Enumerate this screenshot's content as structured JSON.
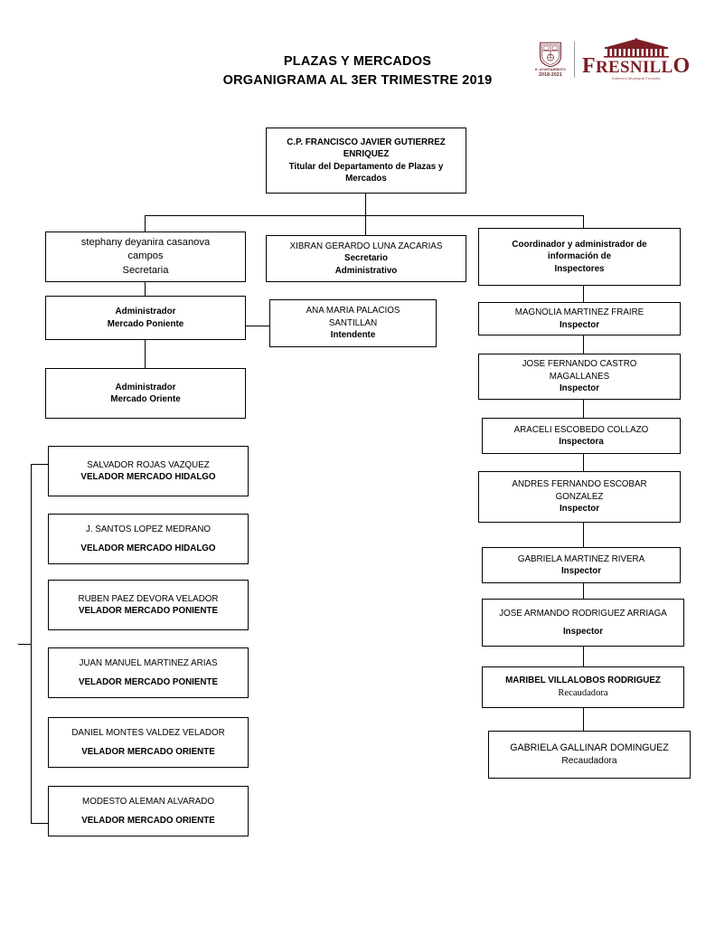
{
  "header": {
    "title_line1": "PLAZAS Y MERCADOS",
    "title_line2": "ORGANIGRAMA AL 3ER TRIMESTRE 2019",
    "logo": {
      "crest_caption_small": "H. AYUNTAMIENTO",
      "crest_caption_years": "2018-2021",
      "wordmark_first": "F",
      "wordmark_rest": "RESNILL",
      "wordmark_last": "O",
      "tagline": "Gobierno Municipal Fresnillo"
    }
  },
  "chart_data": {
    "type": "diagram",
    "title": "PLAZAS Y MERCADOS ORGANIGRAMA AL 3ER TRIMESTRE 2019",
    "nodes": {
      "head": {
        "name_line1": "C.P. FRANCISCO JAVIER GUTIERREZ",
        "name_line2": "ENRIQUEZ",
        "role_line1": "Titular del Departamento de Plazas y",
        "role_line2": "Mercados"
      },
      "secretaria": {
        "name_line1": "stephany deyanira casanova",
        "name_line2": "campos",
        "role": "Secretaria"
      },
      "secretario_admin": {
        "name": "XIBRAN GERARDO LUNA ZACARIAS",
        "role_line1": "Secretario",
        "role_line2": "Administrativo"
      },
      "coordinador": {
        "line1": "Coordinador y administrador de",
        "line2": "información de",
        "line3": "Inspectores"
      },
      "admin_poniente": {
        "line1": "Administrador",
        "line2": "Mercado Poniente"
      },
      "intendente": {
        "name_line1": "ANA MARIA PALACIOS",
        "name_line2": "SANTILLAN",
        "role": "Intendente"
      },
      "admin_oriente": {
        "line1": "Administrador",
        "line2": "Mercado Oriente"
      }
    },
    "veladores": [
      {
        "name": "SALVADOR ROJAS VAZQUEZ",
        "role": "VELADOR MERCADO HIDALGO",
        "spaced": false
      },
      {
        "name": "J. SANTOS LOPEZ MEDRANO",
        "role": "VELADOR MERCADO HIDALGO",
        "spaced": true
      },
      {
        "name": "RUBEN PAEZ DEVORA VELADOR",
        "role": "VELADOR MERCADO PONIENTE",
        "spaced": false
      },
      {
        "name": "JUAN MANUEL MARTINEZ ARIAS",
        "role": "VELADOR MERCADO PONIENTE",
        "spaced": true
      },
      {
        "name": "DANIEL MONTES VALDEZ VELADOR",
        "role": "VELADOR MERCADO ORIENTE",
        "spaced": true
      },
      {
        "name": "MODESTO ALEMAN ALVARADO",
        "role": "VELADOR MERCADO ORIENTE",
        "spaced": true
      }
    ],
    "inspectores": [
      {
        "name_line1": "MAGNOLIA MARTINEZ FRAIRE",
        "name_line2": "",
        "role": "Inspector",
        "spaced": false
      },
      {
        "name_line1": "JOSE FERNANDO CASTRO",
        "name_line2": "MAGALLANES",
        "role": "Inspector",
        "spaced": false
      },
      {
        "name_line1": "ARACELI ESCOBEDO COLLAZO",
        "name_line2": "",
        "role": "Inspectora",
        "spaced": false
      },
      {
        "name_line1": "ANDRES FERNANDO ESCOBAR",
        "name_line2": "GONZALEZ",
        "role": "Inspector",
        "spaced": false
      },
      {
        "name_line1": "GABRIELA MARTINEZ RIVERA",
        "name_line2": "",
        "role": "Inspector",
        "spaced": false
      },
      {
        "name_line1": "JOSE ARMANDO RODRIGUEZ ARRIAGA",
        "name_line2": "",
        "role": "Inspector",
        "spaced": true
      }
    ],
    "recaudadoras": [
      {
        "name": "MARIBEL VILLALOBOS RODRIGUEZ",
        "role": "Recaudadora",
        "bold": true
      },
      {
        "name": "GABRIELA GALLINAR DOMINGUEZ",
        "role": "Recaudadora",
        "bold": false
      }
    ],
    "edges": [
      "head -> secretaria",
      "head -> secretario_admin",
      "head -> coordinador",
      "secretaria -> admin_poniente",
      "admin_poniente -> intendente",
      "admin_poniente -> admin_oriente",
      "admin_oriente -> veladores (bracket)",
      "coordinador -> inspectores chain -> recaudadoras chain"
    ]
  },
  "colors": {
    "line": "#000000",
    "background": "#ffffff",
    "brand_maroon": "#7b1f25"
  }
}
